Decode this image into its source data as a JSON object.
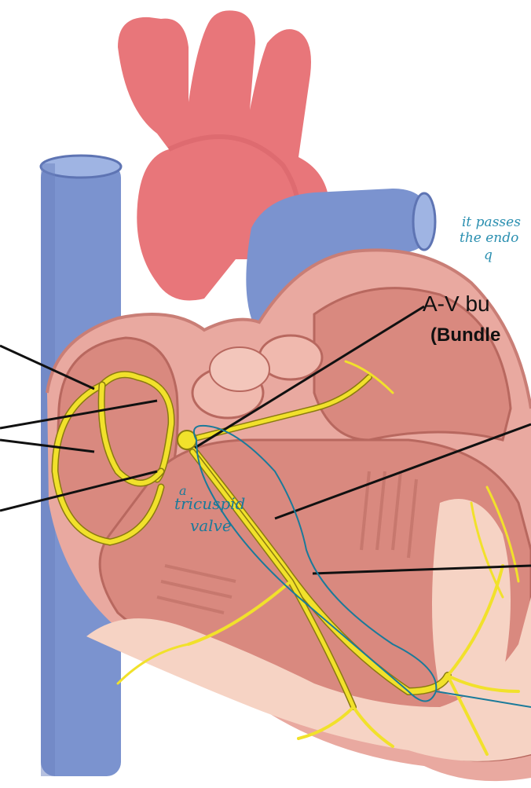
{
  "labels": {
    "av_bundle": "A-V bu",
    "bundle_of": "(Bundle"
  },
  "annotations": {
    "top_right_line1": "it passes",
    "top_right_line2": "the endo",
    "top_right_line3": "q",
    "tricuspid_line1": "a",
    "tricuspid_line2": "tricuspid",
    "tricuspid_line3": "valve"
  },
  "colors": {
    "aorta": "#e8767a",
    "vein_blue": "#7b93cf",
    "muscle": "#e9a9a0",
    "chamber": "#d9897f",
    "inner_tissue": "#f6d3c4",
    "conduction": "#f1e12b",
    "conduction_outline": "#8a7a10",
    "annotation_blue": "#1a7a9a"
  },
  "icons": {
    "pointer_lines": "leader-line"
  }
}
